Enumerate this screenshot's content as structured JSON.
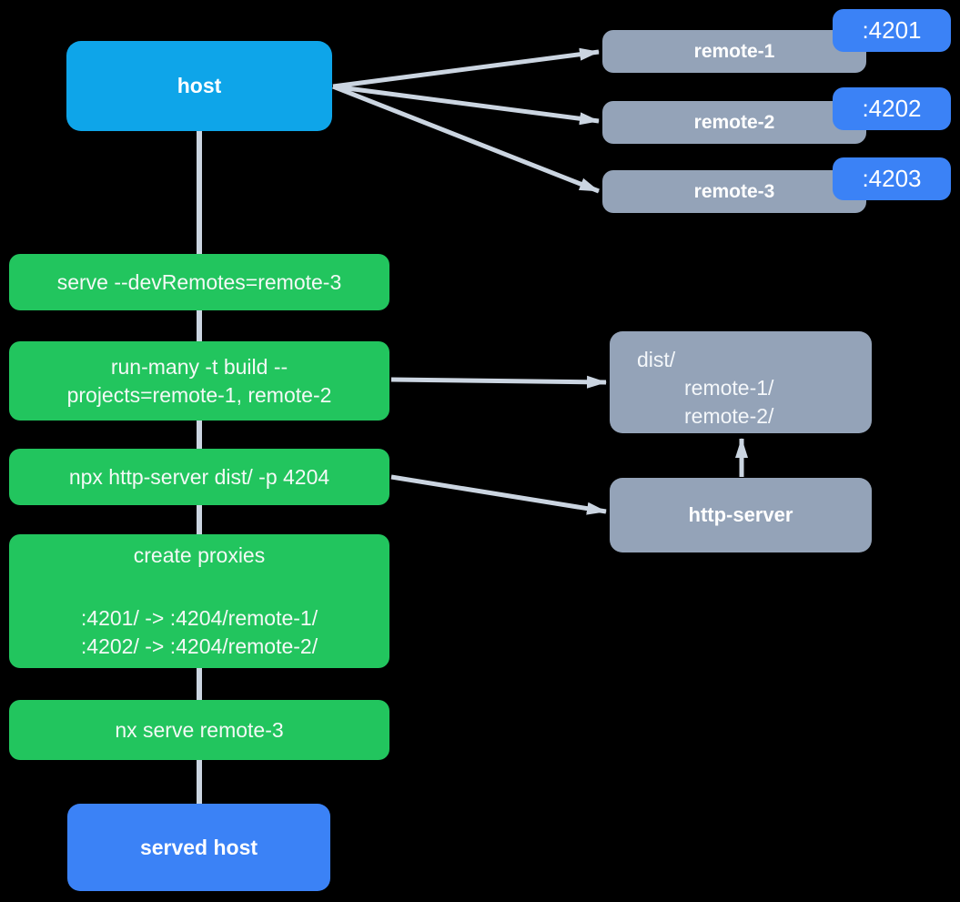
{
  "colors": {
    "background": "#000000",
    "host_box": "#0ea5e9",
    "served_host_box": "#3b82f6",
    "port_badge": "#3b82f6",
    "remote_box": "#94a3b8",
    "step_box": "#22c55e",
    "arrow": "#cbd5e1",
    "text": "#ffffff"
  },
  "host": {
    "label": "host"
  },
  "remotes": [
    {
      "label": "remote-1",
      "port": ":4201"
    },
    {
      "label": "remote-2",
      "port": ":4202"
    },
    {
      "label": "remote-3",
      "port": ":4203"
    }
  ],
  "steps": [
    {
      "id": "serve",
      "lines": [
        "serve --devRemotes=remote-3"
      ]
    },
    {
      "id": "run-many",
      "lines": [
        "run-many -t build --",
        "projects=remote-1, remote-2"
      ]
    },
    {
      "id": "http-server-cmd",
      "lines": [
        "npx http-server dist/ -p 4204"
      ]
    },
    {
      "id": "create-proxies",
      "lines": [
        "create proxies",
        ":4201/ -> :4204/remote-1/",
        ":4202/ -> :4204/remote-2/"
      ]
    },
    {
      "id": "nx-serve",
      "lines": [
        "nx serve remote-3"
      ]
    }
  ],
  "dist_box": {
    "lines": [
      "dist/",
      "remote-1/",
      "remote-2/"
    ]
  },
  "http_server": {
    "label": "http-server"
  },
  "served_host": {
    "label": "served host"
  }
}
